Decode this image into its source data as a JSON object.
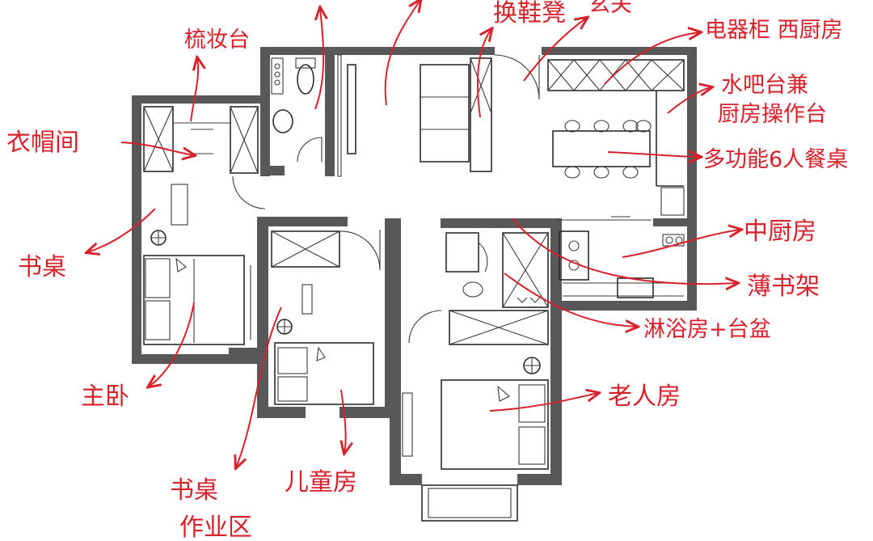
{
  "labels": {
    "cloak_room": "衣帽间",
    "wash_basin": "梳妆台",
    "shoe_cabinet": "换鞋凳",
    "entrance_extra": "玄关",
    "appliance_cabinet": "电器柜 西厨房",
    "water_bar": "水吧台兼",
    "kitchen_worktop": "厨房操作台",
    "dining_table": "多功能6人餐桌",
    "desk_left": "书桌",
    "chinese_kitchen": "中厨房",
    "bookshelf": "薄书架",
    "shower_room": "淋浴房+台盆",
    "master_bedroom": "主卧",
    "elder_room": "老人房",
    "desk_children_line1": "书桌",
    "desk_children_line2": "作业区",
    "children_room": "儿童房"
  },
  "colors": {
    "annotation": "#d8202a",
    "wall": "#585858",
    "ink": "#2b2b2b"
  }
}
